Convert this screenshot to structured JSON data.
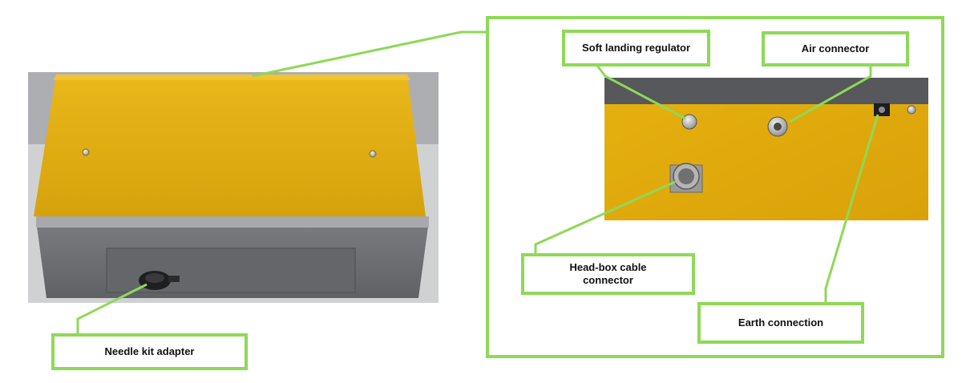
{
  "labels": {
    "soft_landing": "Soft landing regulator",
    "air_connector": "Air connector",
    "head_box": "Head-box cable connector",
    "earth": "Earth connection",
    "needle_kit": "Needle kit adapter"
  },
  "colors": {
    "callout_green": "#8ed957",
    "panel_yellow": "#e3ae12",
    "housing_grey": "#6b6d70"
  }
}
